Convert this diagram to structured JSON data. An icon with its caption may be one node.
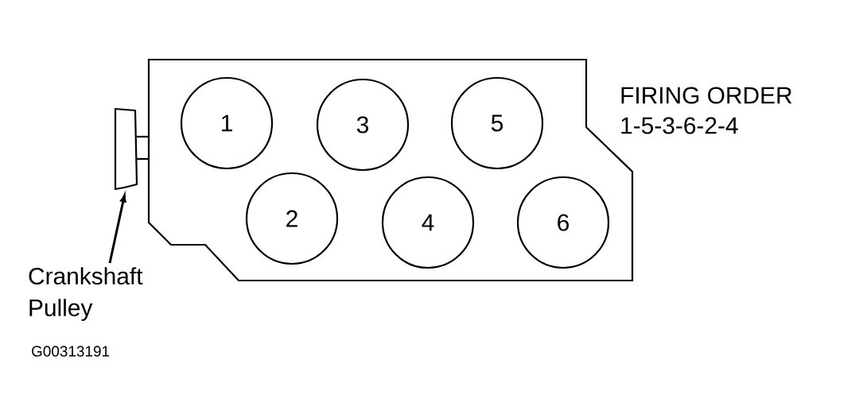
{
  "diagram": {
    "nodes": [
      {
        "text": [],
        "shape": "box"
      },
      {
        "text": [
          "1"
        ],
        "in": 0
      },
      {
        "text": [
          "3"
        ],
        "in": 0
      },
      {
        "text": [
          "5"
        ],
        "in": 0
      },
      {
        "text": [
          "2"
        ],
        "in": 0
      },
      {
        "text": [
          "4"
        ],
        "in": 0
      },
      {
        "text": [
          "6"
        ],
        "in": 0
      },
      {
        "text": [],
        "shape": "box"
      },
      {
        "text": [
          "Crankshaft Pulley"
        ]
      }
    ],
    "edges": [
      {
        "from": 8,
        "to": 7,
        "arrow": "to"
      }
    ],
    "labels": [
      "FIRING ORDER",
      "1-5-3-6-2-4",
      "G00313191"
    ]
  }
}
